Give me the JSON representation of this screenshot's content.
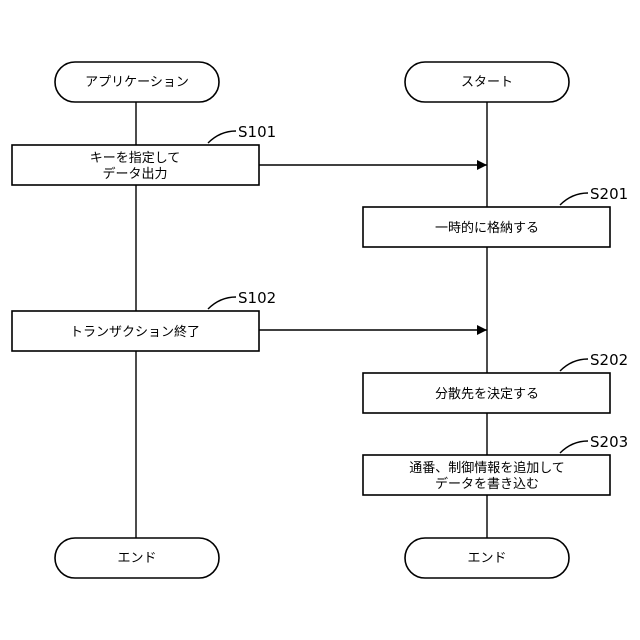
{
  "left_flow": {
    "start": "アプリケーション",
    "steps": [
      {
        "id": "S101",
        "lines": [
          "キーを指定して",
          "データ出力"
        ]
      },
      {
        "id": "S102",
        "lines": [
          "トランザクション終了"
        ]
      }
    ],
    "end": "エンド"
  },
  "right_flow": {
    "start": "スタート",
    "steps": [
      {
        "id": "S201",
        "lines": [
          "一時的に格納する"
        ]
      },
      {
        "id": "S202",
        "lines": [
          "分散先を決定する"
        ]
      },
      {
        "id": "S203",
        "lines": [
          "通番、制御情報を追加して",
          "データを書き込む"
        ]
      }
    ],
    "end": "エンド"
  }
}
